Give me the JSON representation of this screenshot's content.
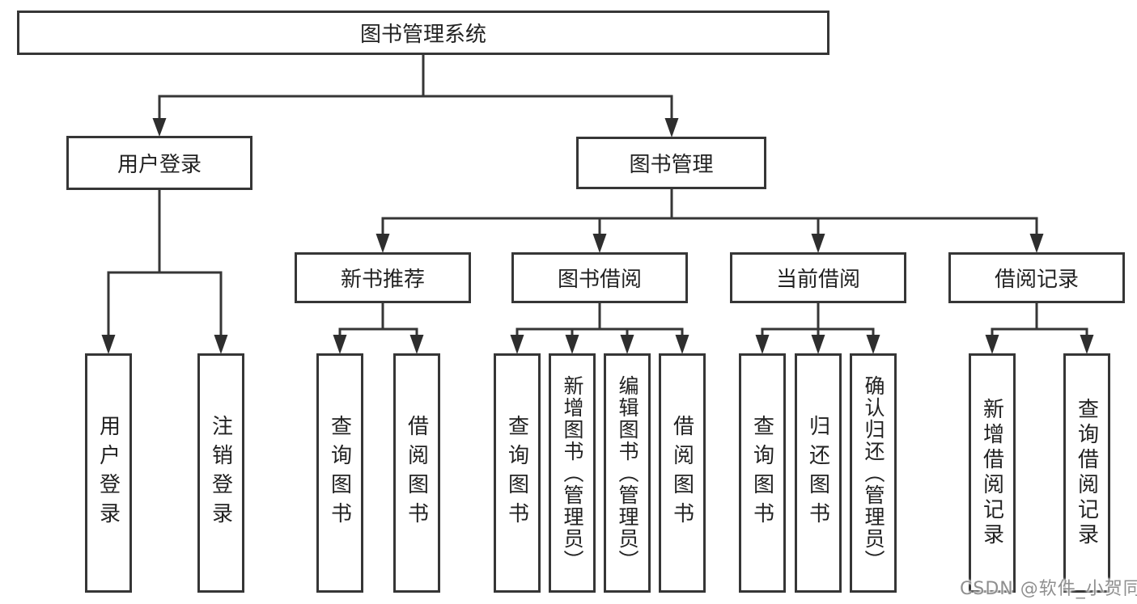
{
  "diagram": {
    "watermark": "CSDN @软件_小贺同学",
    "colors": {
      "line": "#363636",
      "box_border": "#363636",
      "text": "#222222",
      "watermark": "#8f8f8f",
      "background": "#ffffff"
    },
    "tree": {
      "label": "图书管理系统",
      "children": [
        {
          "label": "用户登录",
          "children": [
            {
              "label": "用户登录"
            },
            {
              "label": "注销登录"
            }
          ]
        },
        {
          "label": "图书管理",
          "children": [
            {
              "label": "新书推荐",
              "children": [
                {
                  "label": "查询图书"
                },
                {
                  "label": "借阅图书"
                }
              ]
            },
            {
              "label": "图书借阅",
              "children": [
                {
                  "label": "查询图书"
                },
                {
                  "label": "新增图书（管理员）"
                },
                {
                  "label": "编辑图书（管理员）"
                },
                {
                  "label": "借阅图书"
                }
              ]
            },
            {
              "label": "当前借阅",
              "children": [
                {
                  "label": "查询图书"
                },
                {
                  "label": "归还图书"
                },
                {
                  "label": "确认归还（管理员）"
                }
              ]
            },
            {
              "label": "借阅记录",
              "children": [
                {
                  "label": "新增借阅记录"
                },
                {
                  "label": "查询借阅记录"
                }
              ]
            }
          ]
        }
      ]
    }
  }
}
